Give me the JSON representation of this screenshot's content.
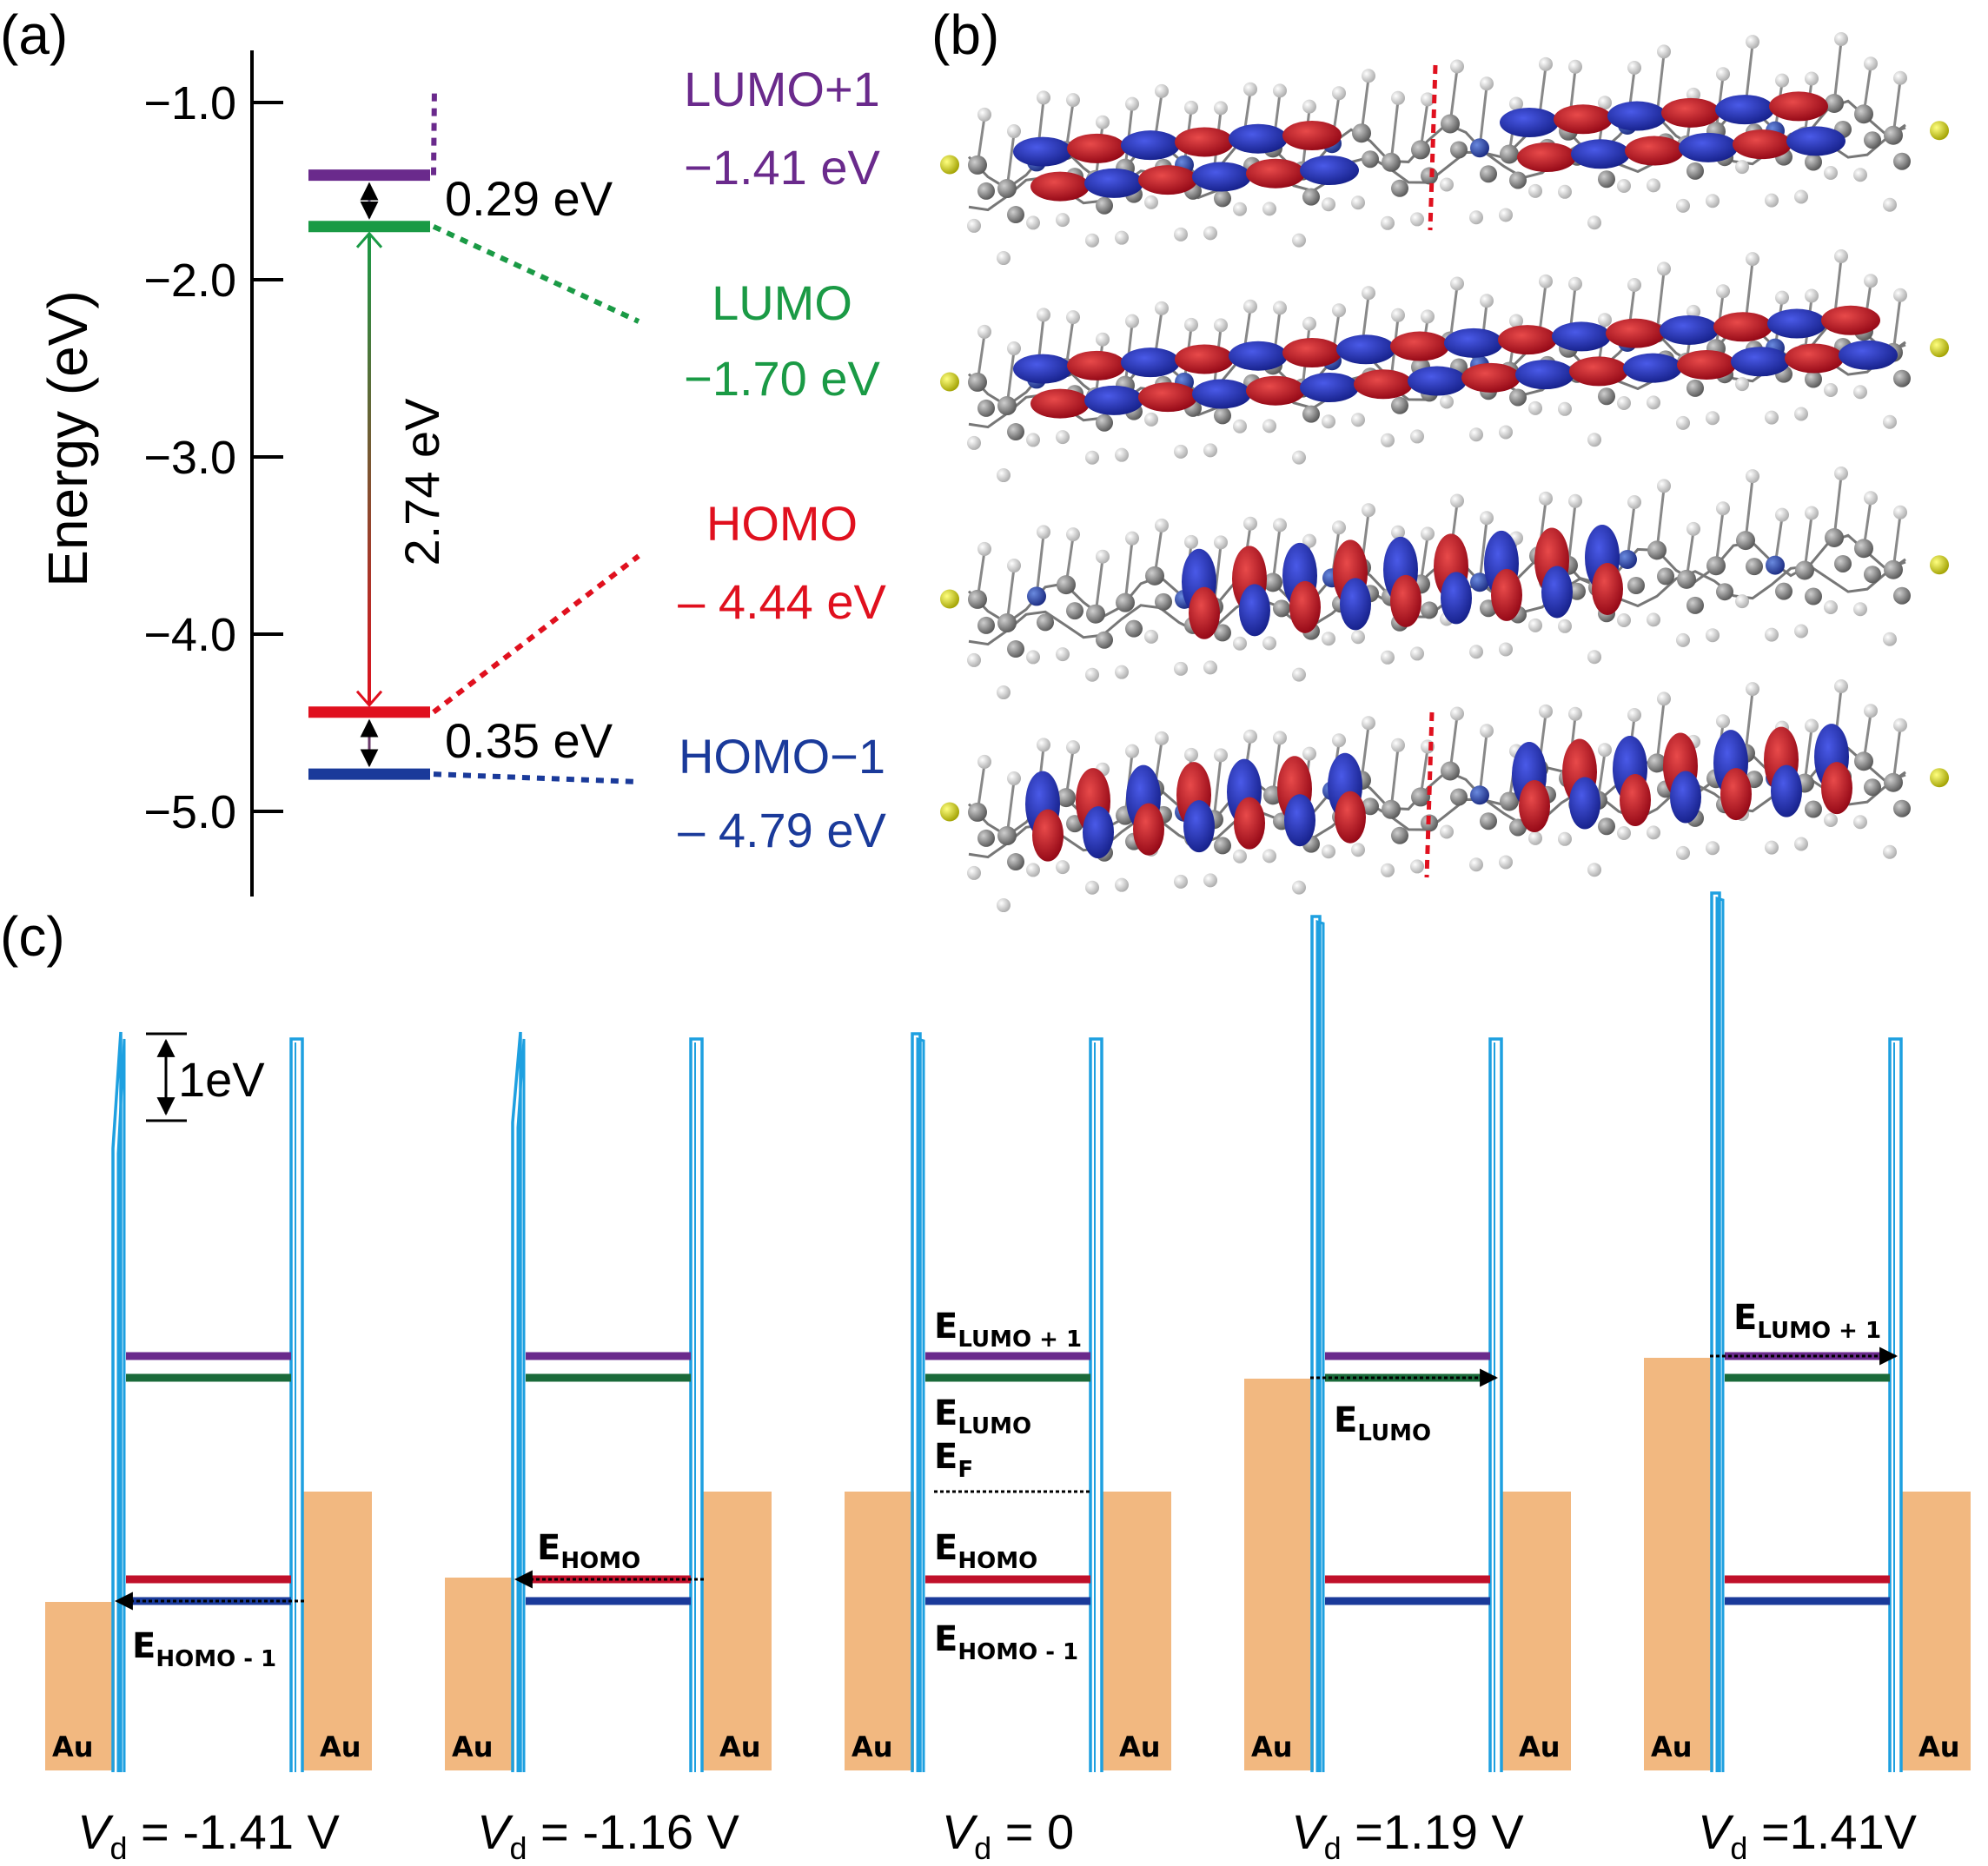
{
  "panels": {
    "a": "(a)",
    "b": "(b)",
    "c": "(c)"
  },
  "energy_axis": {
    "label": "Energy (eV)",
    "ticks": [
      "−1.0",
      "−2.0",
      "−3.0",
      "−4.0",
      "−5.0"
    ],
    "tick_values": [
      -1.0,
      -2.0,
      -3.0,
      -4.0,
      -5.0
    ]
  },
  "orbitals": [
    {
      "key": "lumo1",
      "name": "LUMO+1",
      "energy_text": "−1.41 eV",
      "energy": -1.41,
      "color": "#6a2a8c"
    },
    {
      "key": "lumo",
      "name": "LUMO",
      "energy_text": "−1.70 eV",
      "energy": -1.7,
      "color": "#1a9a45"
    },
    {
      "key": "homo",
      "name": "HOMO",
      "energy_text": "– 4.44 eV",
      "energy": -4.44,
      "color": "#e0101e"
    },
    {
      "key": "homo1",
      "name": "HOMO−1",
      "energy_text": "– 4.79 eV",
      "energy": -4.79,
      "color": "#1a3a9a"
    }
  ],
  "gaps": {
    "lumo_split": "0.29 eV",
    "hl_gap": "2.74 eV",
    "homo_split": "0.35 eV"
  },
  "scale_bar": "1eV",
  "electrode_label": "Au",
  "band_labels": {
    "E": "E",
    "lumo1_sub": "LUMO + 1",
    "lumo_sub": "LUMO",
    "f_sub": "F",
    "homo_sub": "HOMO",
    "homo1_sub": "HOMO - 1"
  },
  "biases": [
    {
      "symbol": "V",
      "sub": "d",
      "text": " = -1.41 V"
    },
    {
      "symbol": "V",
      "sub": "d",
      "text": " = -1.16 V"
    },
    {
      "symbol": "V",
      "sub": "d",
      "text": " = 0"
    },
    {
      "symbol": "V",
      "sub": "d",
      "text": " =1.19 V"
    },
    {
      "symbol": "V",
      "sub": "d",
      "text": " =1.41V"
    }
  ],
  "colors": {
    "barrier": "#1ea0e0",
    "gold": "#f2b880",
    "orbital_red": "#c00020",
    "orbital_blue": "#1a2aa0",
    "red_divider": "#e0101e"
  }
}
